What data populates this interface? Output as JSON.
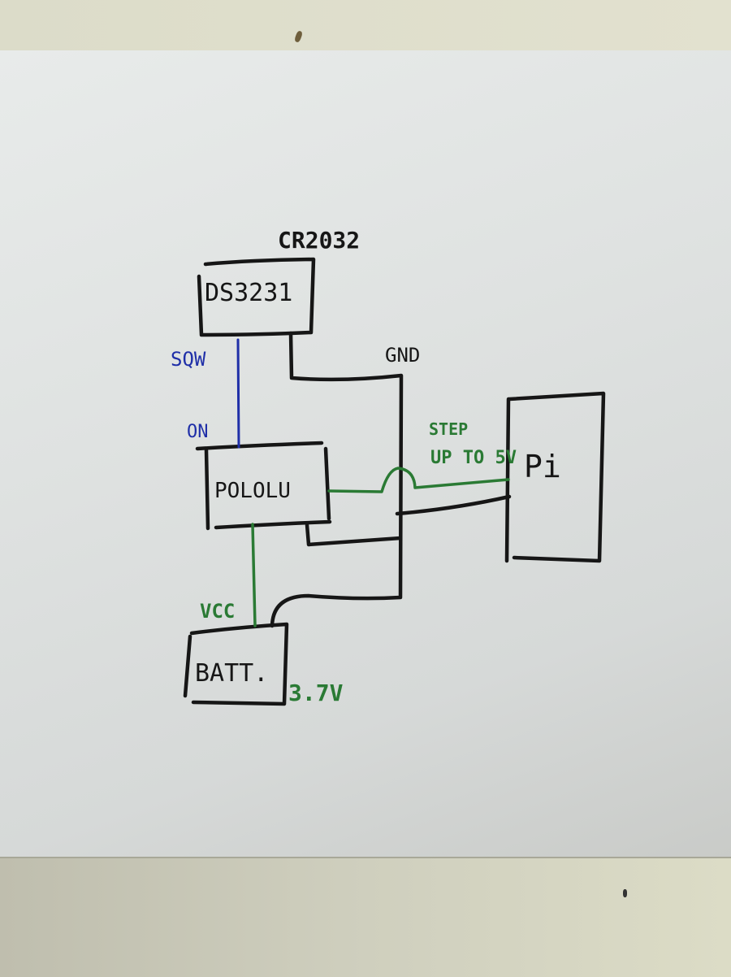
{
  "diagram": {
    "type": "hand-drawn circuit schematic",
    "components": [
      {
        "id": "rtc",
        "label": "DS3231",
        "note": "CR2032"
      },
      {
        "id": "pololu",
        "label": "POLOLU"
      },
      {
        "id": "battery",
        "label": "BATT.",
        "note": "3.7V"
      },
      {
        "id": "pi",
        "label": "Pi"
      }
    ],
    "labels": {
      "battery_cell": "CR2032",
      "gnd": "GND",
      "sqw": "SQW",
      "on": "ON",
      "step_up_line1": "STEP",
      "step_up_line2": "UP TO 5V",
      "vcc": "VCC",
      "voltage": "3.7V"
    },
    "connections": [
      {
        "from": "rtc",
        "to": "pololu",
        "label": "SQW → ON",
        "color": "#1f2fa8"
      },
      {
        "from": "rtc",
        "to": "gnd-bus",
        "label": "GND",
        "color": "#161616"
      },
      {
        "from": "pololu",
        "to": "pi",
        "label": "STEP UP TO 5V",
        "color": "#2a7a34"
      },
      {
        "from": "gnd-bus",
        "to": "pi",
        "label": "GND",
        "color": "#161616"
      },
      {
        "from": "pololu",
        "to": "gnd-bus",
        "label": "GND",
        "color": "#161616"
      },
      {
        "from": "battery",
        "to": "pololu",
        "label": "VCC",
        "color": "#2a7a34"
      },
      {
        "from": "battery",
        "to": "gnd-bus",
        "label": "GND",
        "color": "#161616"
      }
    ],
    "colors": {
      "ink": "#161616",
      "signal": "#1f2fa8",
      "power": "#2a7a34"
    }
  }
}
